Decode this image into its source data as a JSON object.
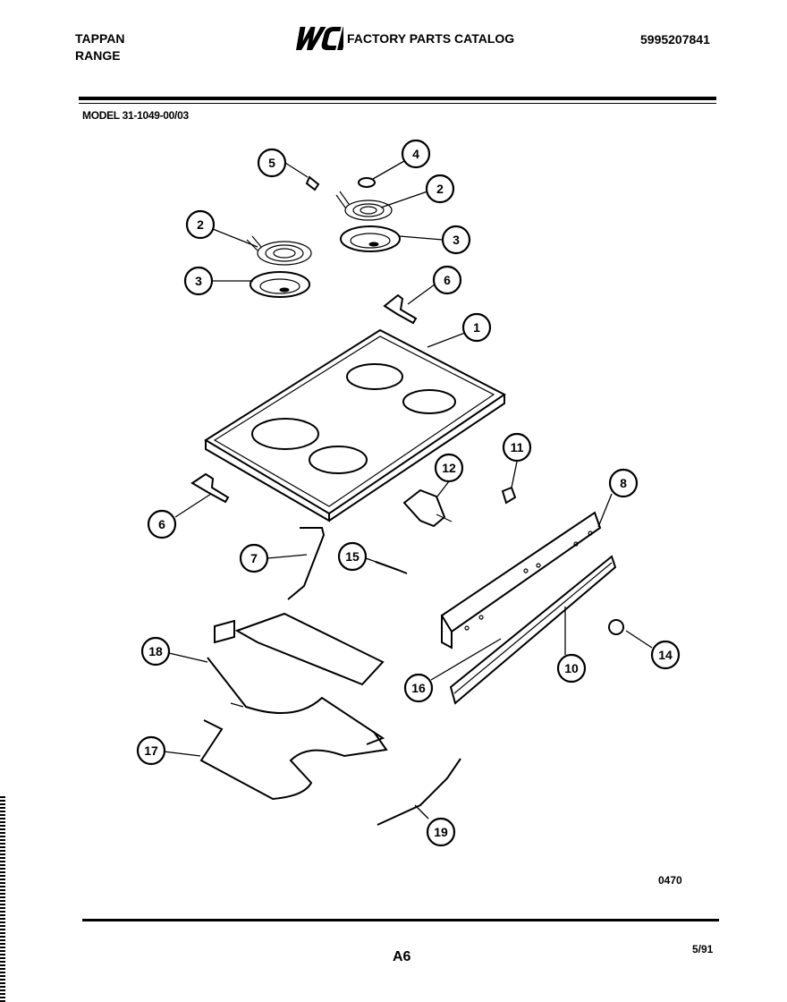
{
  "header": {
    "brand": "TAPPAN",
    "product": "RANGE",
    "logo_text": "WCI",
    "catalog_title": "FACTORY PARTS CATALOG",
    "part_number": "5995207841"
  },
  "model_line": "MODEL 31-1049-00/03",
  "diagram": {
    "callouts": [
      "1",
      "2",
      "3",
      "4",
      "5",
      "6",
      "7",
      "8",
      "10",
      "11",
      "12",
      "14",
      "15",
      "16",
      "17",
      "18",
      "19"
    ]
  },
  "footer": {
    "drawing_code": "0470",
    "page": "A6",
    "date": "5/91"
  }
}
